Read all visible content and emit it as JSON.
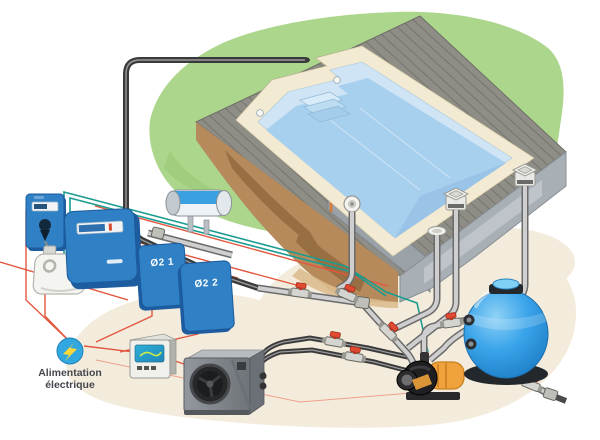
{
  "labels": {
    "module_1": "Ø2 1",
    "module_2": "Ø2 2",
    "power_supply_line1": "Alimentation",
    "power_supply_line2": "électrique"
  },
  "icons": {
    "power_supply": "lightning-icon"
  },
  "colors": {
    "equipment_blue": "#2f80c4",
    "equipment_blue_dark": "#1d5c9e",
    "water_blue": "#a7cfee",
    "pool_wall_blue": "#cfe4f4",
    "coping_cream": "#f2ead2",
    "deck_gray": "#8e8d86",
    "grass_green": "#abd68c",
    "earth_brown": "#b68a5a",
    "ground_beige": "#f3ecdc",
    "pipe_gray": "#cfcfcf",
    "pipe_black": "#3a3a3a",
    "valve_red": "#e04a32",
    "wire_power_red": "#e2573f",
    "wire_signal_teal": "#1a9c90",
    "filter_blue": "#2e9be6",
    "pump_orange": "#f0a23c",
    "power_icon_blue": "#33a7e0",
    "power_icon_bolt_yellow": "#ffd83a"
  }
}
